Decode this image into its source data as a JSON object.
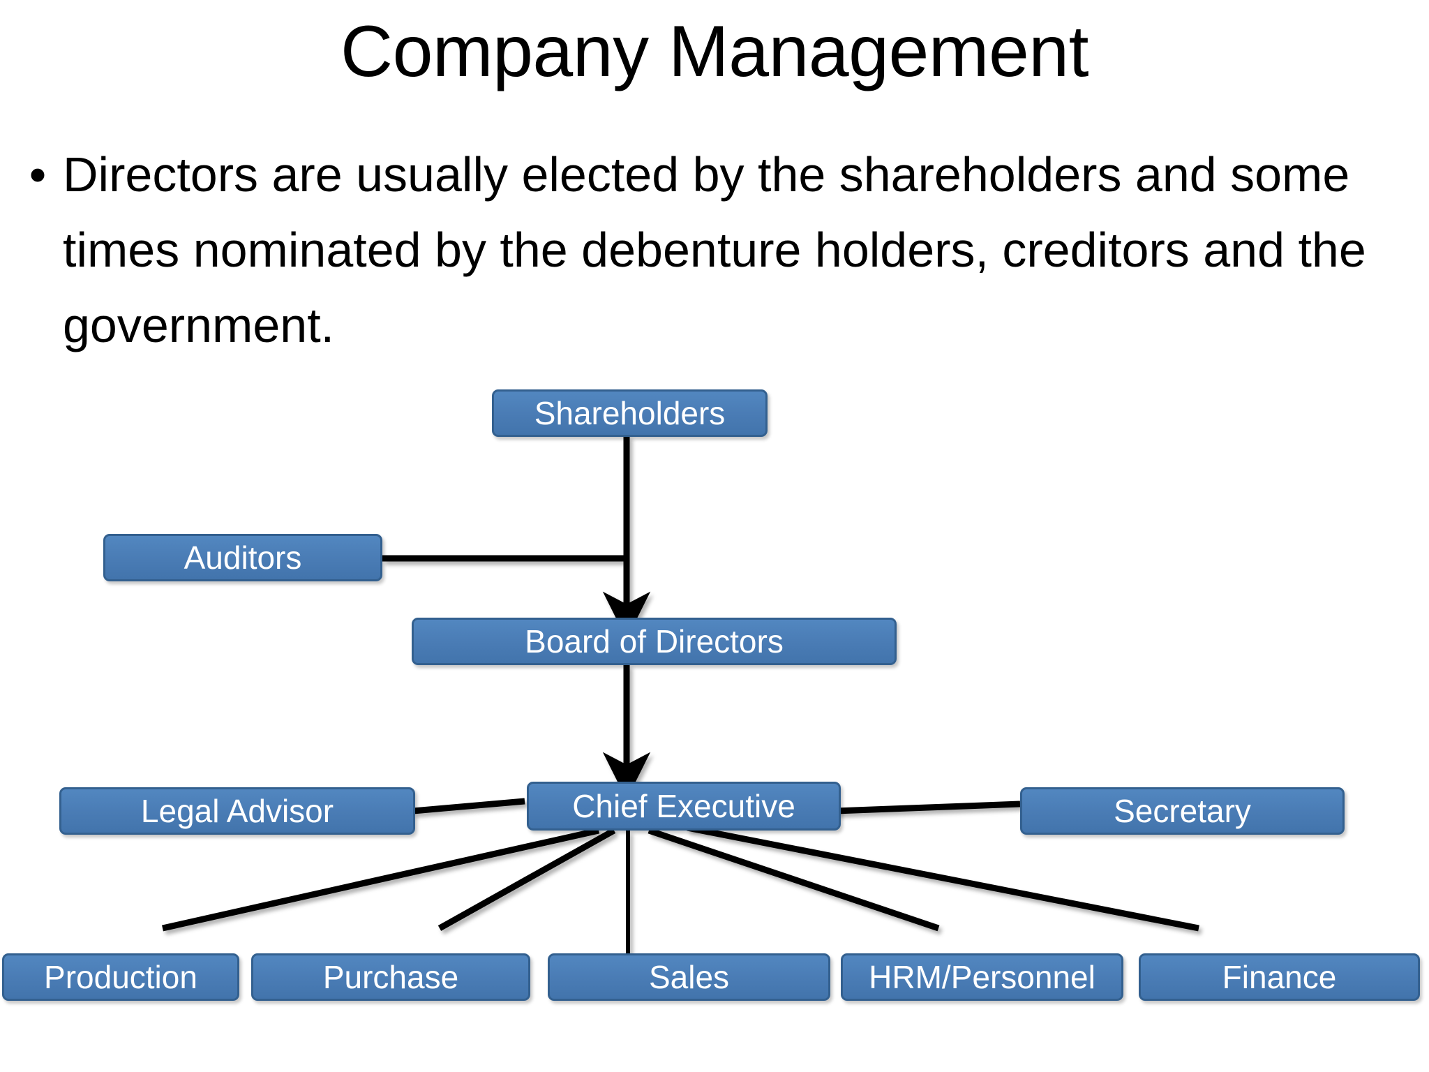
{
  "slide": {
    "title": "Company Management",
    "background_color": "#ffffff",
    "bullets": [
      {
        "marker": "•",
        "text": "Directors are usually elected by the shareholders and some times nominated by the debenture holders, creditors and the government."
      }
    ]
  },
  "chart_data": {
    "type": "diagram",
    "diagram_kind": "organization-chart",
    "title": "Company Management",
    "node_fill_color": "#4a7cb5",
    "node_border_color": "#33608f",
    "node_text_color": "#ffffff",
    "connector_color": "#000000",
    "nodes": [
      {
        "id": "shareholders",
        "label": "Shareholders",
        "level": 0
      },
      {
        "id": "auditors",
        "label": "Auditors",
        "level": 1
      },
      {
        "id": "board",
        "label": "Board of Directors",
        "level": 2
      },
      {
        "id": "legal",
        "label": "Legal Advisor",
        "level": 3
      },
      {
        "id": "ceo",
        "label": "Chief Executive",
        "level": 3
      },
      {
        "id": "secretary",
        "label": "Secretary",
        "level": 3
      },
      {
        "id": "production",
        "label": "Production",
        "level": 4
      },
      {
        "id": "purchase",
        "label": "Purchase",
        "level": 4
      },
      {
        "id": "sales",
        "label": "Sales",
        "level": 4
      },
      {
        "id": "hrm",
        "label": "HRM/Personnel",
        "level": 4
      },
      {
        "id": "finance",
        "label": "Finance",
        "level": 4
      }
    ],
    "edges": [
      {
        "from": "shareholders",
        "to": "board",
        "style": "arrow"
      },
      {
        "from": "auditors",
        "to": "board",
        "style": "elbow"
      },
      {
        "from": "board",
        "to": "ceo",
        "style": "arrow"
      },
      {
        "from": "legal",
        "to": "ceo",
        "style": "line"
      },
      {
        "from": "secretary",
        "to": "ceo",
        "style": "line"
      },
      {
        "from": "ceo",
        "to": "production",
        "style": "line"
      },
      {
        "from": "ceo",
        "to": "purchase",
        "style": "line"
      },
      {
        "from": "ceo",
        "to": "sales",
        "style": "line"
      },
      {
        "from": "ceo",
        "to": "hrm",
        "style": "line"
      },
      {
        "from": "ceo",
        "to": "finance",
        "style": "line"
      }
    ]
  }
}
